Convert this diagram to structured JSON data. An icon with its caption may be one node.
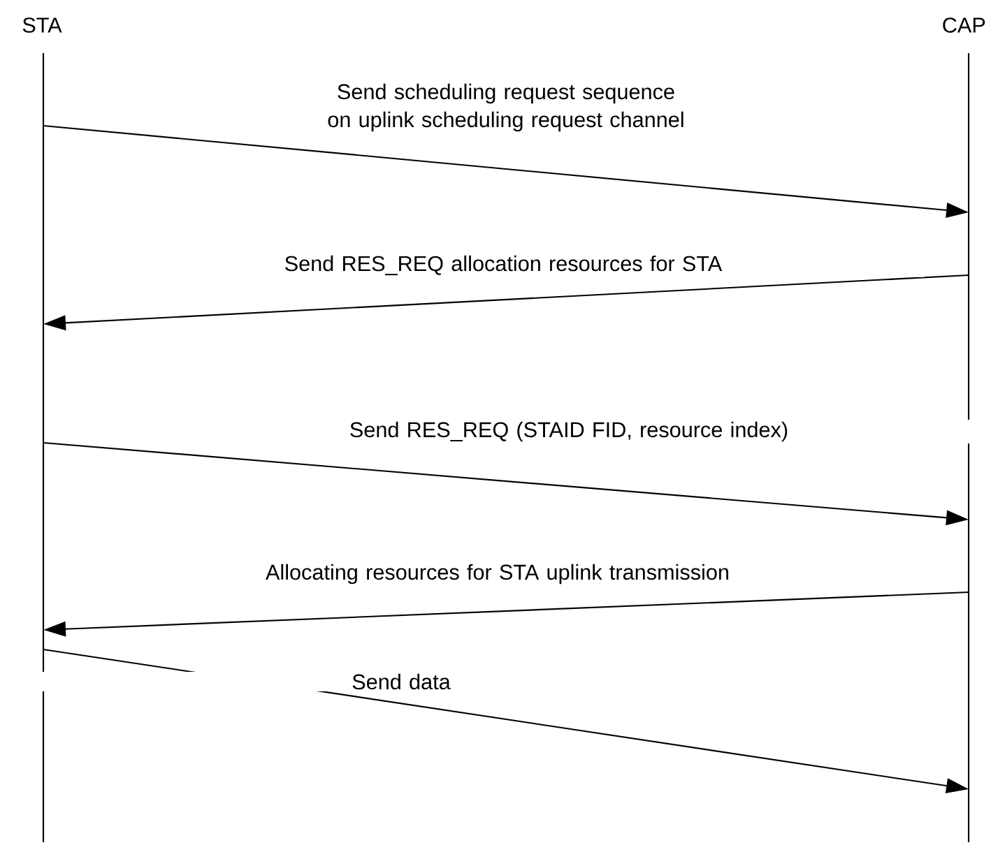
{
  "diagram": {
    "nodes": [
      {
        "text": [
          "STA"
        ]
      },
      {
        "text": [
          "CAP"
        ]
      }
    ],
    "edges": [
      {
        "from": 0,
        "to": 1,
        "arrow": "to",
        "label": "Send scheduling request sequence on uplink scheduling request channel"
      },
      {
        "from": 1,
        "to": 0,
        "arrow": "to",
        "label": "Send RES_REQ allocation resources for STA"
      },
      {
        "from": 0,
        "to": 1,
        "arrow": "to",
        "label": "Send RES_REQ (STAID FID, resource index)"
      },
      {
        "from": 1,
        "to": 0,
        "arrow": "to",
        "label": "Allocating resources for STA uplink transmission"
      },
      {
        "from": 0,
        "to": 1,
        "arrow": "to",
        "label": "Send data"
      }
    ]
  }
}
